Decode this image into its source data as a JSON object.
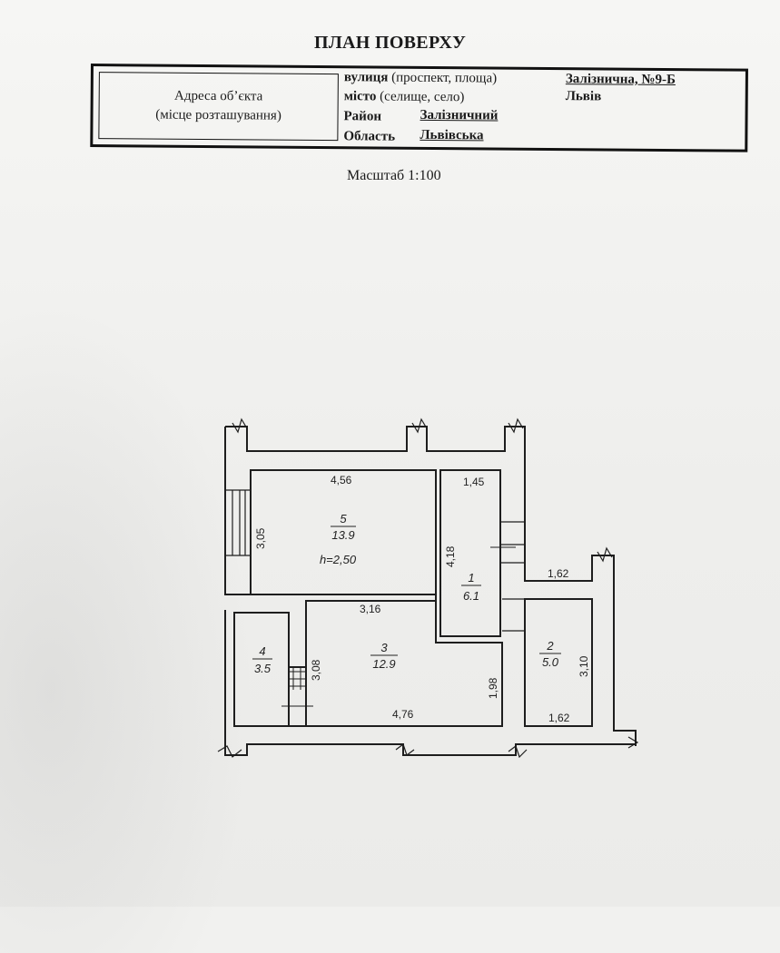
{
  "header": {
    "title": "ПЛАН ПОВЕРХУ"
  },
  "address": {
    "left_line1": "Адреса об’єкта",
    "left_line2": "(місце розташування)",
    "street_label_bold": "вулиця",
    "street_label_rest": " (проспект, площа)",
    "street_value": "Залізнична, №9-Б",
    "city_label_bold": "місто",
    "city_label_rest": " (селище, село)",
    "city_value": "Львів",
    "district_label": "Район",
    "district_value": "Залізничний",
    "region_label": "Область",
    "region_value": "Львівська"
  },
  "scale": {
    "label": "Масштаб  1:100"
  },
  "plan": {
    "rooms": [
      {
        "id": "room-1",
        "number": "1",
        "area": "6.1",
        "width": "1,45",
        "length": "4,18"
      },
      {
        "id": "room-2",
        "number": "2",
        "area": "5.0",
        "width_top": "1,62",
        "width_bottom": "1,62",
        "length": "3,10"
      },
      {
        "id": "room-3",
        "number": "3",
        "area": "12.9",
        "width_top": "3,16",
        "width_bottom": "4,76",
        "length_left": "3,08",
        "length_right": "1,98"
      },
      {
        "id": "room-4",
        "number": "4",
        "area": "3.5"
      },
      {
        "id": "room-5",
        "number": "5",
        "area": "13.9",
        "width": "4,56",
        "length": "3,05",
        "height": "h=2,50"
      }
    ]
  }
}
